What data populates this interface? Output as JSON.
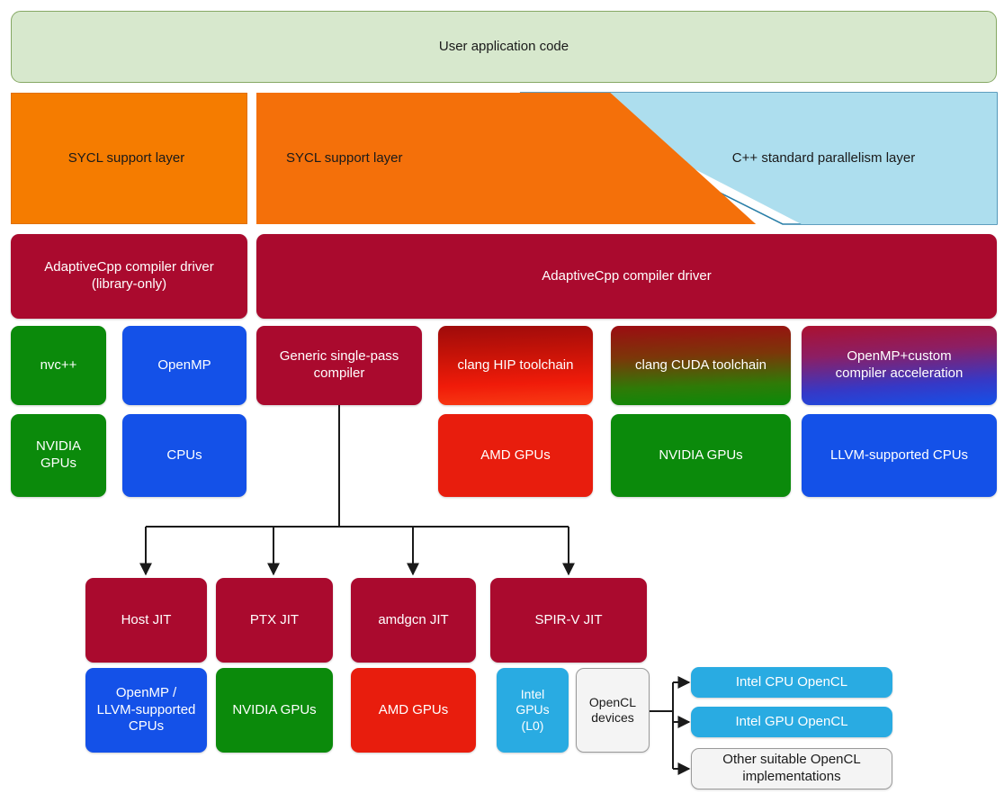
{
  "diagram": {
    "title": "AdaptiveCpp compilation flow",
    "colors": {
      "user_code_fill": "#d7e8cd",
      "user_code_border": "#86a864",
      "sycl_layer": "#f4700a",
      "cpp_parallelism_layer": "#addeee",
      "adaptivecpp_driver": "#aa0a2e",
      "green_device": "#0b8a0b",
      "blue_device": "#1451e8",
      "red_device": "#e81d0d",
      "lightblue_device": "#29abe2",
      "white_device": "#f4f4f4",
      "connector": "#1a1a1a"
    }
  },
  "user_code": {
    "label": "User application code"
  },
  "layers": {
    "sycl_left": "SYCL support layer",
    "sycl_right": "SYCL support layer",
    "cpp_parallelism": "C++ standard parallelism layer"
  },
  "drivers": {
    "library_only": "AdaptiveCpp compiler driver\n(library-only)",
    "compiler_driver": "AdaptiveCpp compiler driver"
  },
  "backends": [
    {
      "label": "nvc++",
      "style": "green"
    },
    {
      "label": "OpenMP",
      "style": "blue"
    },
    {
      "label": "Generic single-pass\ncompiler",
      "style": "darkred"
    },
    {
      "label": "clang HIP toolchain",
      "style": "gradient-hip"
    },
    {
      "label": "clang CUDA toolchain",
      "style": "gradient-cuda"
    },
    {
      "label": "OpenMP+custom\ncompiler acceleration",
      "style": "gradient-openmp"
    }
  ],
  "backend_targets": [
    {
      "label": "NVIDIA\nGPUs",
      "style": "green"
    },
    {
      "label": "CPUs",
      "style": "blue"
    },
    {
      "label": "AMD GPUs",
      "style": "red"
    },
    {
      "label": "NVIDIA GPUs",
      "style": "green"
    },
    {
      "label": "LLVM-supported CPUs",
      "style": "blue"
    }
  ],
  "jits": [
    {
      "label": "Host JIT"
    },
    {
      "label": "PTX JIT"
    },
    {
      "label": "amdgcn JIT"
    },
    {
      "label": "SPIR-V JIT"
    }
  ],
  "jit_targets": [
    {
      "label": "OpenMP /\nLLVM-supported\nCPUs",
      "style": "blue"
    },
    {
      "label": "NVIDIA GPUs",
      "style": "green"
    },
    {
      "label": "AMD GPUs",
      "style": "red"
    },
    {
      "label": "Intel\nGPUs\n(L0)",
      "style": "lightblue"
    },
    {
      "label": "OpenCL\ndevices",
      "style": "white"
    }
  ],
  "opencl_implementations": [
    {
      "label": "Intel CPU OpenCL",
      "style": "lightblue"
    },
    {
      "label": "Intel GPU OpenCL",
      "style": "lightblue"
    },
    {
      "label": "Other suitable OpenCL\nimplementations",
      "style": "white"
    }
  ]
}
